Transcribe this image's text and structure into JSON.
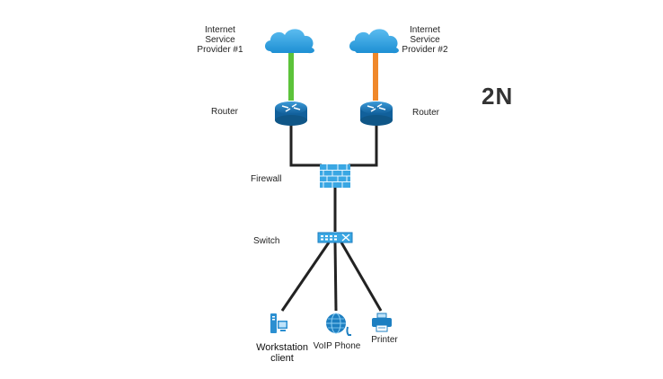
{
  "title": "2N",
  "isp1": {
    "line1": "Internet",
    "line2": "Service",
    "line3": "Provider #1",
    "link_color": "#5cc33a"
  },
  "isp2": {
    "line1": "Internet",
    "line2": "Service",
    "line3": "Provider #2",
    "link_color": "#f0882a"
  },
  "router1": {
    "label": "Router"
  },
  "router2": {
    "label": "Router"
  },
  "firewall": {
    "label": "Firewall"
  },
  "switch": {
    "label": "Switch"
  },
  "workstation": {
    "line1": "Workstation",
    "line2": "client"
  },
  "voip": {
    "label": "VoIP Phone"
  },
  "printer": {
    "label": "Printer"
  },
  "colors": {
    "cloud": "#2b9fdb",
    "router": "#1d7fc1",
    "firewall": "#3aa7e3",
    "cable": "#222222"
  },
  "icons": [
    "cloud-icon",
    "router-icon",
    "firewall-icon",
    "switch-icon",
    "workstation-icon",
    "ip-phone-icon",
    "printer-icon"
  ]
}
